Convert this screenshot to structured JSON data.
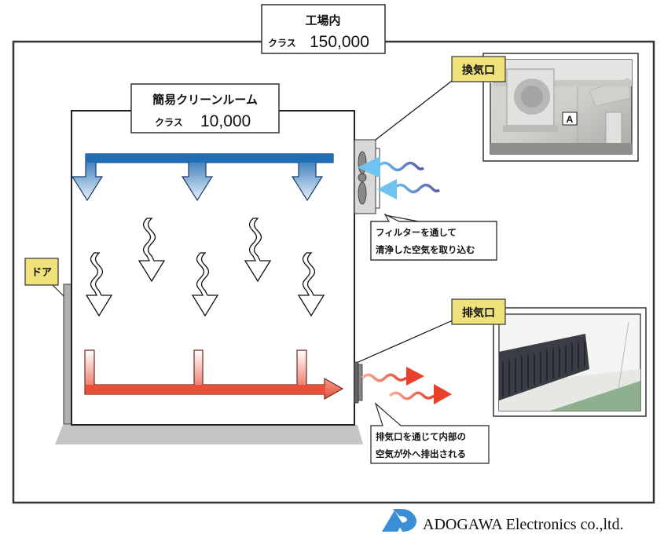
{
  "factory": {
    "title": "工場内",
    "class_prefix": "クラス",
    "class_value": "150,000"
  },
  "cleanroom": {
    "title": "簡易クリーンルーム",
    "class_prefix": "クラス",
    "class_value": "10,000"
  },
  "labels": {
    "intake": "換気口",
    "exhaust": "排気口",
    "door": "ドア"
  },
  "callouts": {
    "intake_line1": "フィルターを通して",
    "intake_line2": "清浄した空気を取り込む",
    "exhaust_line1": "排気口を通じて内部の",
    "exhaust_line2": "空気が外へ排出される"
  },
  "photos": {
    "intake_sign": "A"
  },
  "logo": {
    "company": "ADOGAWA Electronics co.,ltd."
  },
  "colors": {
    "supply_blue": "#1f6db3",
    "exhaust_red": "#e8503a",
    "intake_air": "#6ec3f0",
    "label_yellow": "#f0e27a",
    "logo_blue": "#3b8fd6",
    "floor_gray": "#c4c4c4"
  }
}
